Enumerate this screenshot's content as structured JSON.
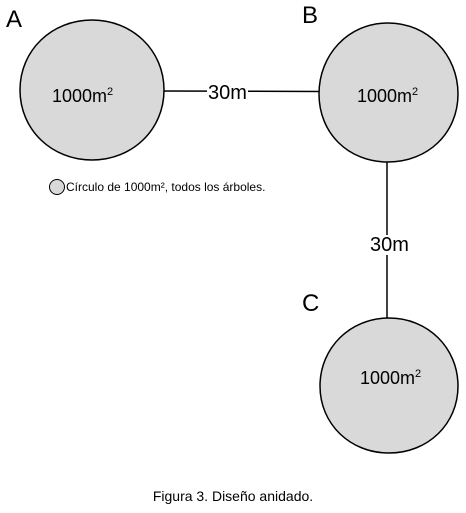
{
  "figure": {
    "caption": "Figura 3. Diseño anidado.",
    "plots": [
      {
        "id": "A",
        "label": "A",
        "area_value": "1000m",
        "area_unit_exponent": "2",
        "fill_color": "#d9d9d9"
      },
      {
        "id": "B",
        "label": "B",
        "area_value": "1000m",
        "area_unit_exponent": "2",
        "fill_color": "#d9d9d9"
      },
      {
        "id": "C",
        "label": "C",
        "area_value": "1000m",
        "area_unit_exponent": "2",
        "fill_color": "#d9d9d9"
      }
    ],
    "connectors": [
      {
        "from": "A",
        "to": "B",
        "distance_label": "30m"
      },
      {
        "from": "B",
        "to": "C",
        "distance_label": "30m"
      }
    ],
    "legend": {
      "text": "Círculo de 1000m², todos los árboles.",
      "icon": "circle-plot-icon"
    }
  }
}
